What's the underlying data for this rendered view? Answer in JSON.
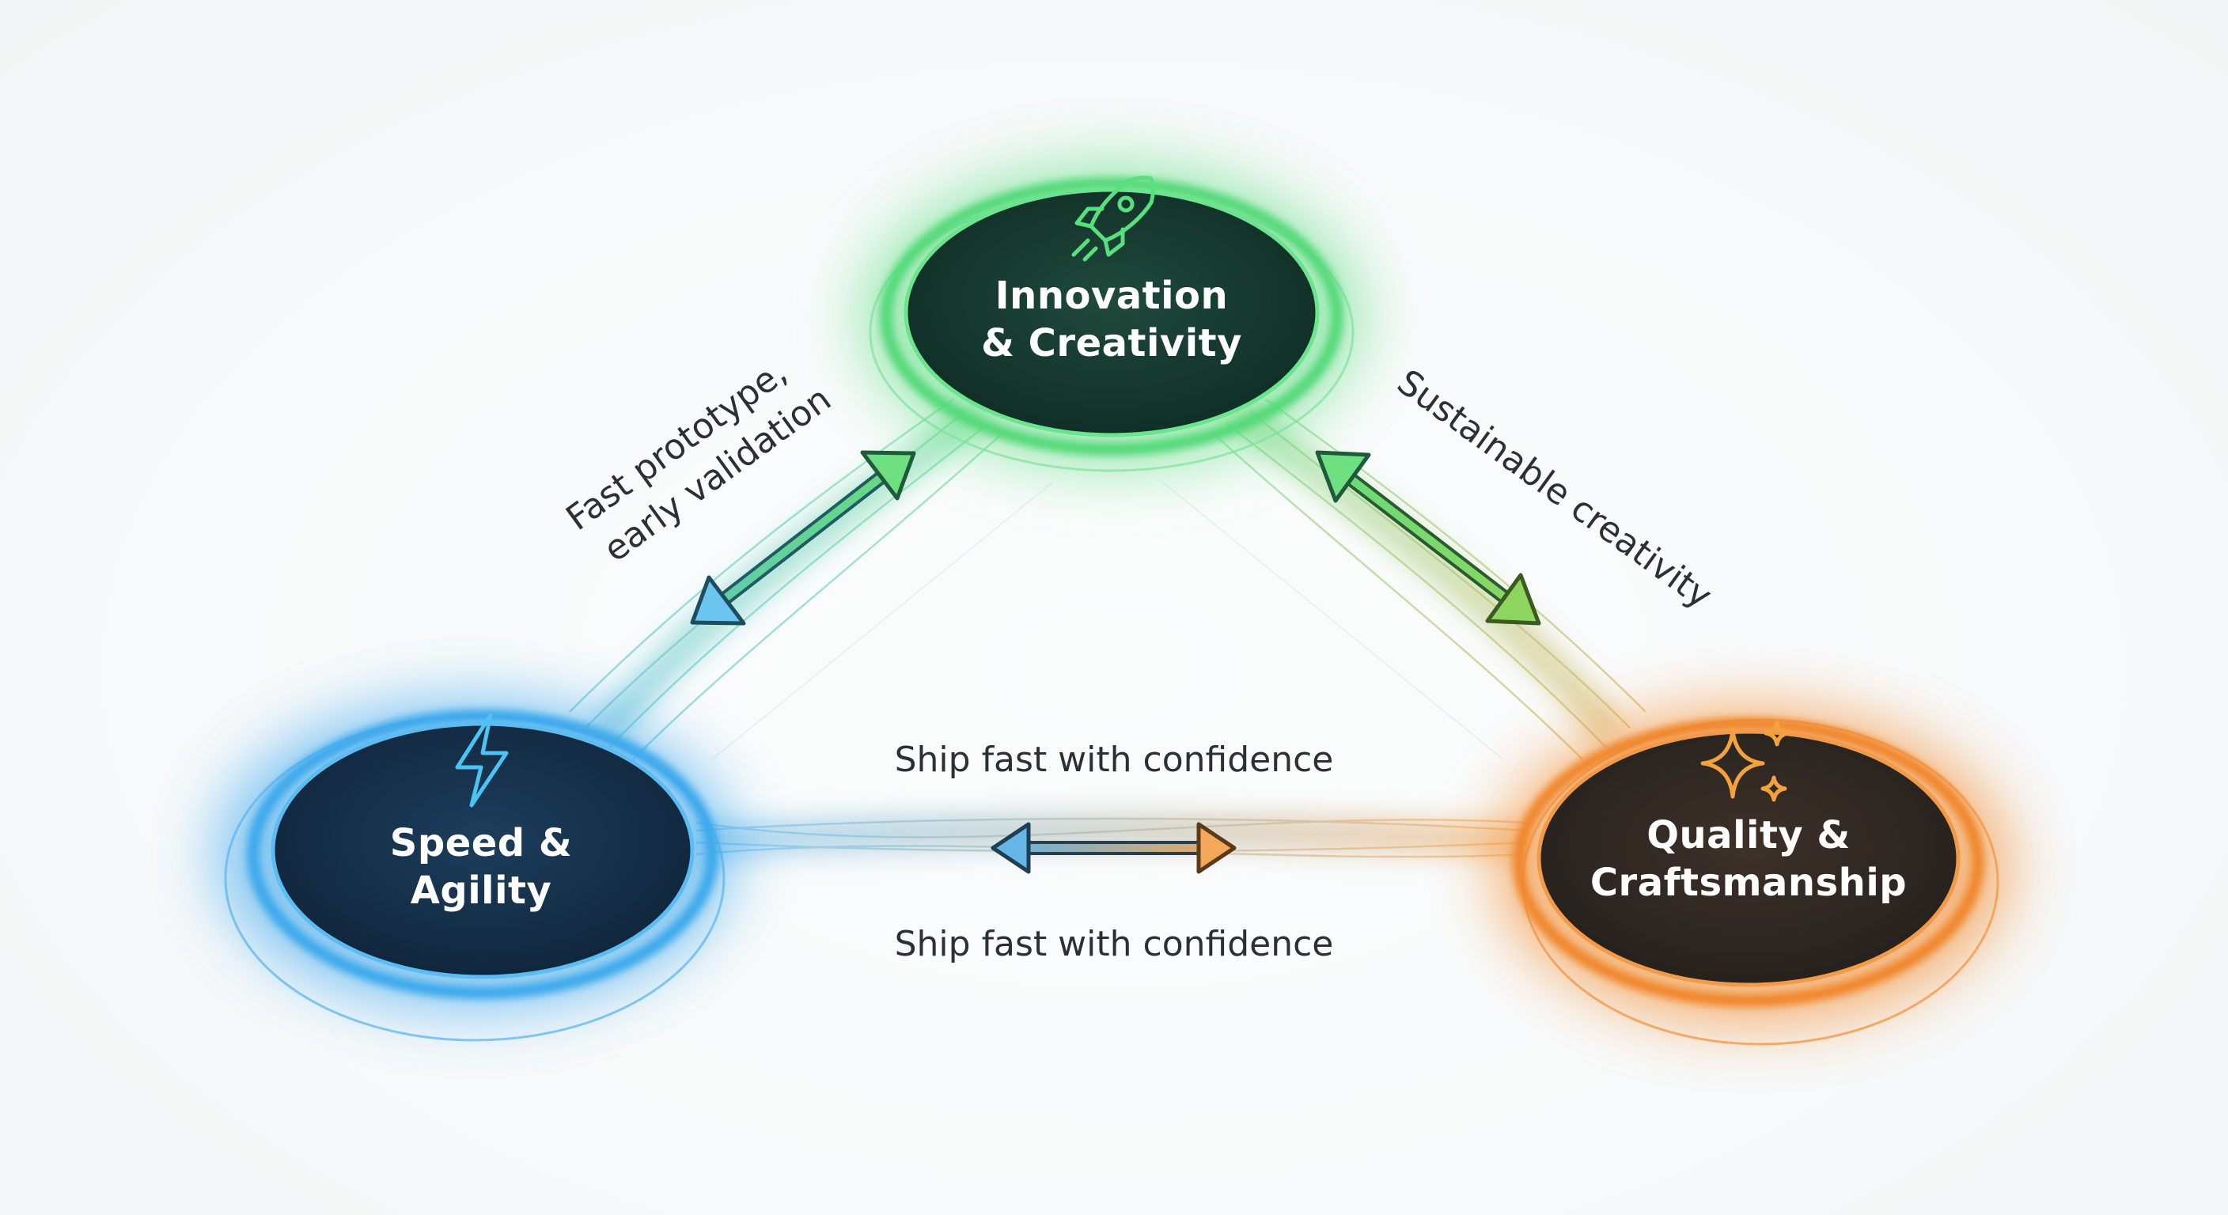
{
  "nodes": {
    "innovation": {
      "line1": "Innovation",
      "line2": "& Creativity",
      "icon": "rocket-icon",
      "color": "#3fd46b"
    },
    "speed": {
      "line1": "Speed &",
      "line2": "Agility",
      "icon": "lightning-bolt-icon",
      "color": "#3aa8ec"
    },
    "quality": {
      "line1": "Quality &",
      "line2": "Craftsmanship",
      "icon": "sparkles-icon",
      "color": "#f08a2e"
    }
  },
  "edges": {
    "speed_innovation": {
      "line1": "Fast prototype,",
      "line2": "early validation"
    },
    "innovation_quality": {
      "label": "Sustainable creativity"
    },
    "speed_quality": {
      "label_top": "Ship fast with confidence",
      "label_bottom": "Ship fast with confidence"
    }
  }
}
